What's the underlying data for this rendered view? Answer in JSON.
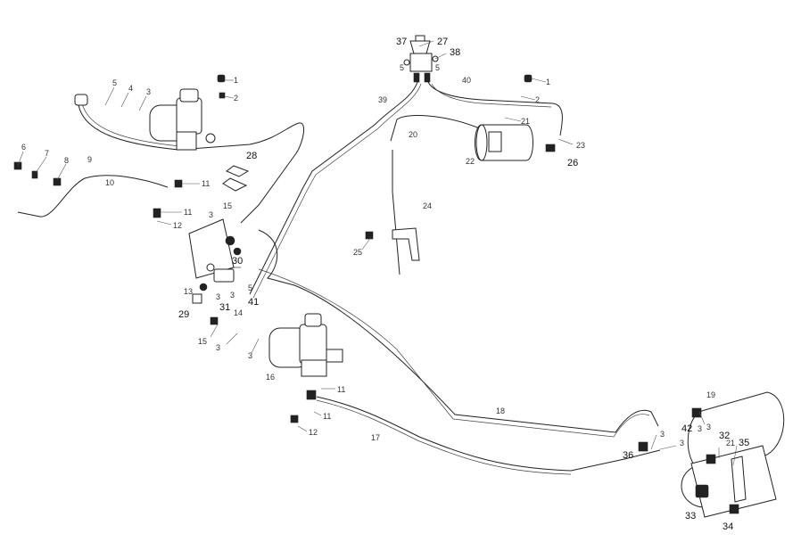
{
  "diagram": {
    "callouts": {
      "c1a": "1",
      "c2a": "2",
      "c5a": "5",
      "c4a": "4",
      "c3a": "3",
      "c9": "9",
      "c6": "6",
      "c7": "7",
      "c8": "8",
      "c10": "10",
      "c11a": "11",
      "c11b": "11",
      "c12a": "12",
      "c28": "28",
      "c15a": "15",
      "c3b": "3",
      "c30": "30",
      "c13": "13",
      "c3c": "3",
      "c3d": "3",
      "c5b": "5",
      "c29": "29",
      "c31": "31",
      "c41": "41",
      "c14": "14",
      "c15b": "15",
      "c3e": "3",
      "c3f": "3",
      "c16": "16",
      "c11c": "11",
      "c11d": "11",
      "c12b": "12",
      "c17": "17",
      "c18": "18",
      "c37": "37",
      "c27": "27",
      "c38": "38",
      "c5c": "5",
      "c5d": "5",
      "c39": "39",
      "c40": "40",
      "c1b": "1",
      "c2b": "2",
      "c21a": "21",
      "c20": "20",
      "c22": "22",
      "c23": "23",
      "c26": "26",
      "c24": "24",
      "c25": "25",
      "c19": "19",
      "c42": "42",
      "c3g": "3",
      "c3h": "3",
      "c3i": "3",
      "c3j": "3",
      "c36": "36",
      "c32": "32",
      "c21b": "21",
      "c35": "35",
      "c33": "33",
      "c34": "34"
    }
  }
}
